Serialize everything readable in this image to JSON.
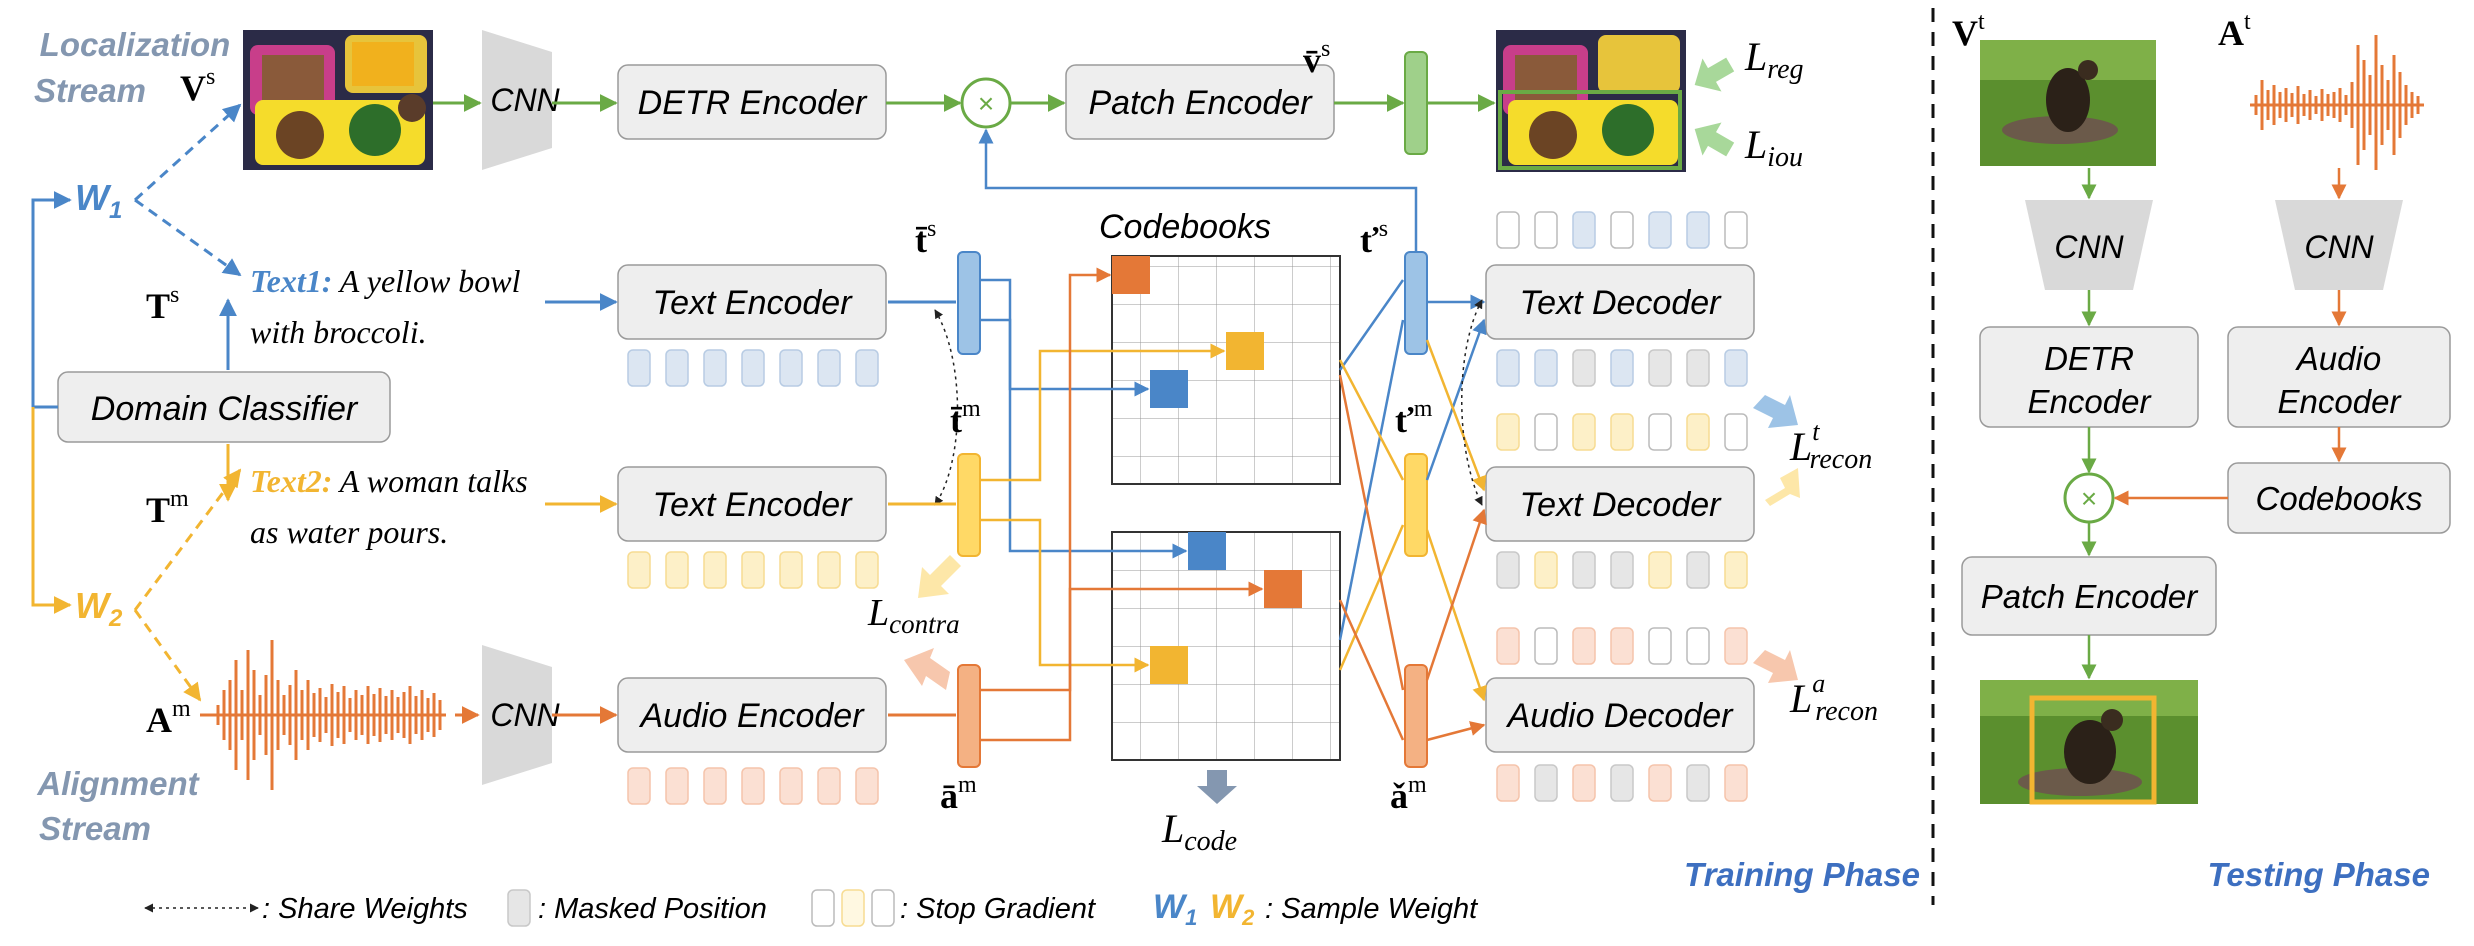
{
  "streams": {
    "localization": [
      "Localization",
      "Stream"
    ],
    "alignment": [
      "Alignment",
      "Stream"
    ]
  },
  "symbols": {
    "vs_base": "V",
    "vs_sup": "s",
    "ts_base": "T",
    "ts_sup": "s",
    "tm_base": "T",
    "tm_sup": "m",
    "am_base": "A",
    "am_sup": "m",
    "vbar_s": "s",
    "tbar_s": "s",
    "tbar_m": "m",
    "abar_m": "m",
    "tcheck_s": "s",
    "tcheck_m": "m",
    "acheck_m": "m",
    "vt_base": "V",
    "vt_sup": "t",
    "at_base": "A",
    "at_sup": "t"
  },
  "weights": {
    "w1": "W",
    "w1_sub": "1",
    "w2": "W",
    "w2_sub": "2"
  },
  "texts": {
    "text1_label": "Text1:",
    "text1_line1": "A yellow bowl",
    "text1_line2": "with broccoli.",
    "text2_label": "Text2:",
    "text2_line1": "A woman talks",
    "text2_line2": "as water pours."
  },
  "modules": {
    "cnn_top": "CNN",
    "detr_encoder": "DETR Encoder",
    "patch_encoder": "Patch Encoder",
    "domain_classifier": "Domain Classifier",
    "text_encoder_1": "Text Encoder",
    "text_encoder_2": "Text Encoder",
    "cnn_bottom": "CNN",
    "audio_encoder": "Audio Encoder",
    "codebooks_title": "Codebooks",
    "text_decoder_1": "Text Decoder",
    "text_decoder_2": "Text Decoder",
    "audio_decoder": "Audio Decoder",
    "mult_symbol": "×"
  },
  "losses": {
    "reg": "reg",
    "iou": "iou",
    "recon_t_sup": "t",
    "recon_a_sup": "a",
    "recon": "recon",
    "contra": "contra",
    "code": "code",
    "L": "L"
  },
  "phases": {
    "training": "Training Phase",
    "testing": "Testing Phase"
  },
  "testing": {
    "cnn_left": "CNN",
    "cnn_right": "CNN",
    "detr_line1": "DETR",
    "detr_line2": "Encoder",
    "audio_line1": "Audio",
    "audio_line2": "Encoder",
    "codebooks": "Codebooks",
    "patch_encoder": "Patch Encoder",
    "mult_symbol": "×"
  },
  "legend": {
    "share_weights": ": Share Weights",
    "masked_position": ": Masked Position",
    "stop_gradient": ": Stop Gradient",
    "w1": "W",
    "w1_sub": "1",
    "w2": "W",
    "w2_sub": "2",
    "sample_weight": ": Sample Weight"
  },
  "colors": {
    "green": "#6aaa45",
    "blue": "#4a86c8",
    "yellow": "#f2b531",
    "orange": "#e47837",
    "gray_text": "#8497b0",
    "phase_blue": "#3d6fc0",
    "box_fill": "#eeeeee",
    "box_stroke": "#9a9a9a"
  }
}
